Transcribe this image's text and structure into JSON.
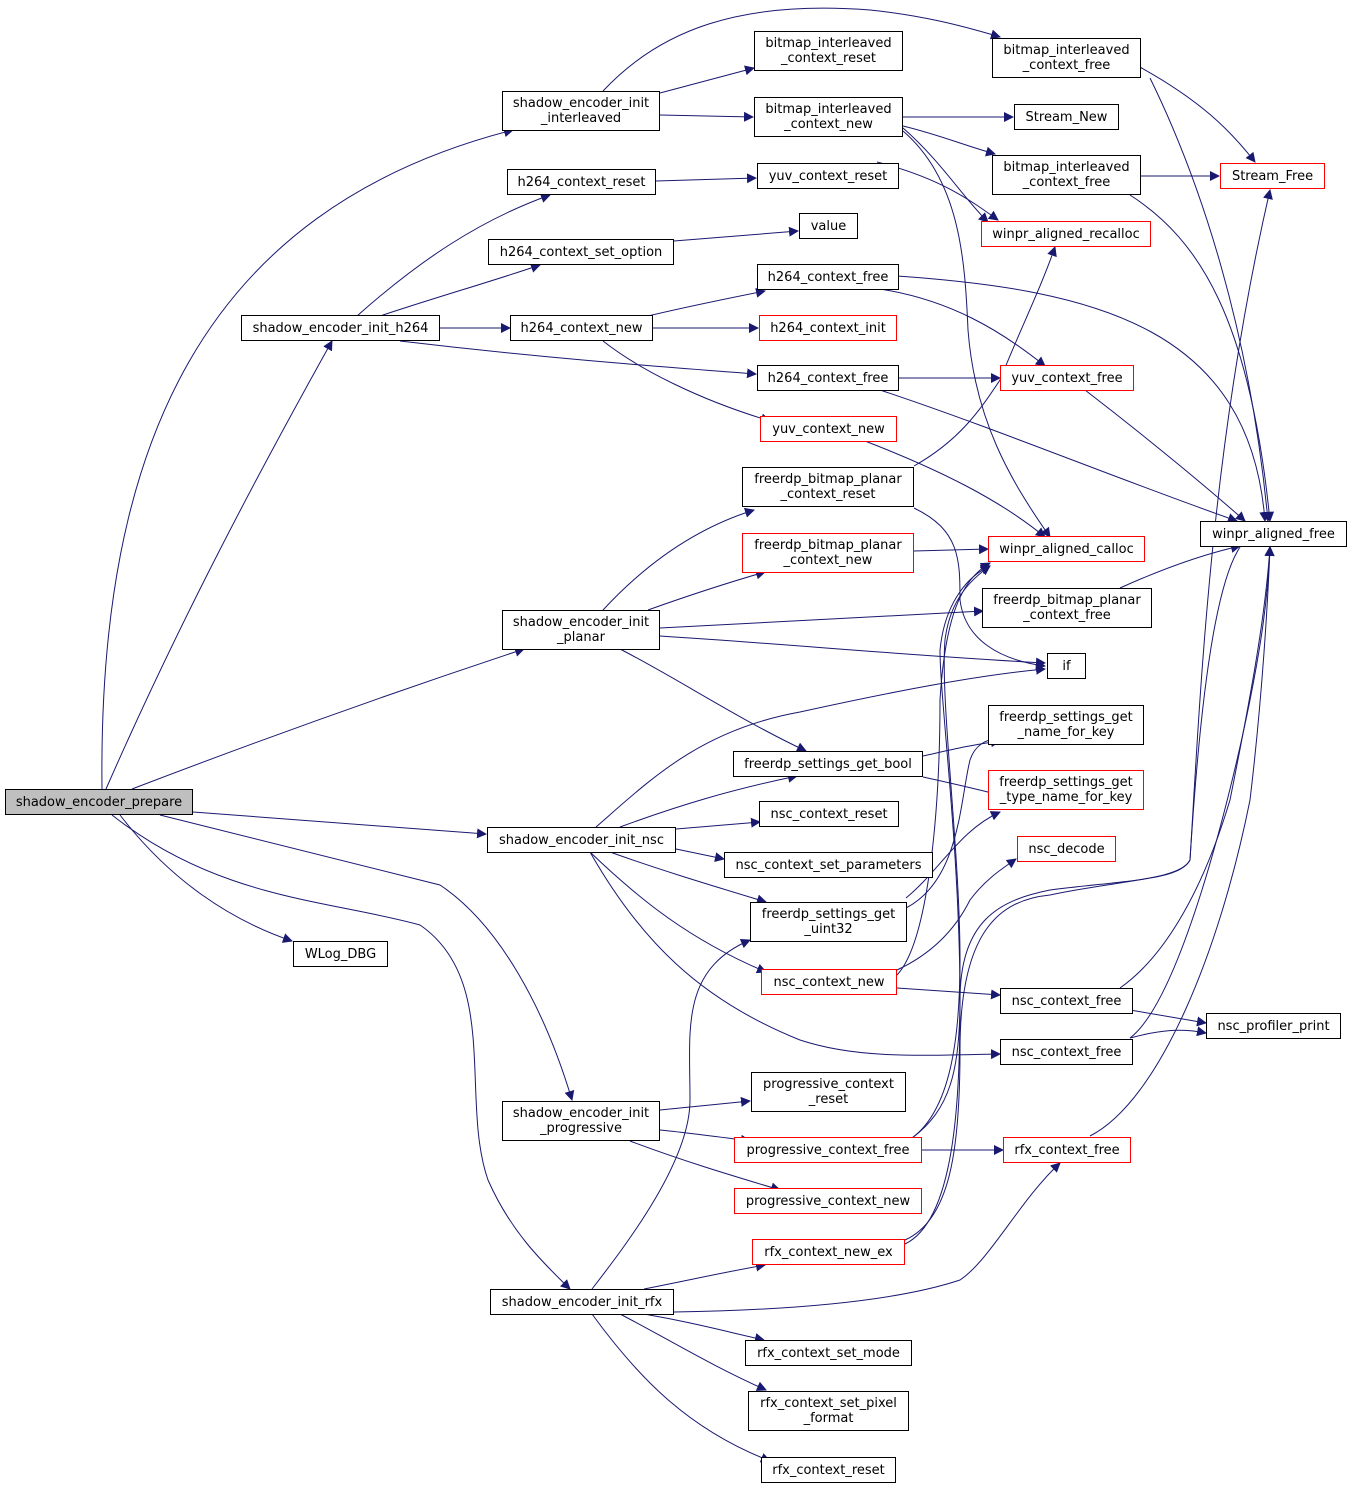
{
  "colors": {
    "edge": "#191970",
    "border": "#000000",
    "external_border": "#ff0000",
    "root_fill": "#bfbfbf"
  },
  "nodes": {
    "shadow_encoder_prepare": "shadow_encoder_prepare",
    "shadow_encoder_init_interleaved": "shadow_encoder_init\n_interleaved",
    "shadow_encoder_init_h264": "shadow_encoder_init_h264",
    "shadow_encoder_init_planar": "shadow_encoder_init\n_planar",
    "shadow_encoder_init_nsc": "shadow_encoder_init_nsc",
    "WLog_DBG": "WLog_DBG",
    "shadow_encoder_init_progressive": "shadow_encoder_init\n_progressive",
    "shadow_encoder_init_rfx": "shadow_encoder_init_rfx",
    "bitmap_interleaved_context_reset": "bitmap_interleaved\n_context_reset",
    "bitmap_interleaved_context_new": "bitmap_interleaved\n_context_new",
    "h264_context_reset": "h264_context_reset",
    "h264_context_set_option": "h264_context_set_option",
    "h264_context_new": "h264_context_new",
    "yuv_context_reset": "yuv_context_reset",
    "value": "value",
    "h264_context_free_1": "h264_context_free",
    "h264_context_init": "h264_context_init",
    "h264_context_free_2": "h264_context_free",
    "yuv_context_new": "yuv_context_new",
    "freerdp_bitmap_planar_context_reset": "freerdp_bitmap_planar\n_context_reset",
    "freerdp_bitmap_planar_context_new": "freerdp_bitmap_planar\n_context_new",
    "freerdp_settings_get_bool": "freerdp_settings_get_bool",
    "nsc_context_reset": "nsc_context_reset",
    "nsc_context_set_parameters": "nsc_context_set_parameters",
    "freerdp_settings_get_uint32": "freerdp_settings_get\n_uint32",
    "nsc_context_new": "nsc_context_new",
    "progressive_context_reset": "progressive_context\n_reset",
    "progressive_context_free": "progressive_context_free",
    "progressive_context_new": "progressive_context_new",
    "rfx_context_new_ex": "rfx_context_new_ex",
    "rfx_context_set_mode": "rfx_context_set_mode",
    "rfx_context_set_pixel_format": "rfx_context_set_pixel\n_format",
    "rfx_context_reset": "rfx_context_reset",
    "bitmap_interleaved_context_free_1": "bitmap_interleaved\n_context_free",
    "Stream_New": "Stream_New",
    "bitmap_interleaved_context_free_2": "bitmap_interleaved\n_context_free",
    "winpr_aligned_recalloc": "winpr_aligned_recalloc",
    "yuv_context_free": "yuv_context_free",
    "winpr_aligned_calloc": "winpr_aligned_calloc",
    "freerdp_bitmap_planar_context_free": "freerdp_bitmap_planar\n_context_free",
    "if": "if",
    "freerdp_settings_get_name_for_key": "freerdp_settings_get\n_name_for_key",
    "freerdp_settings_get_type_name_for_key": "freerdp_settings_get\n_type_name_for_key",
    "nsc_decode": "nsc_decode",
    "nsc_context_free_1": "nsc_context_free",
    "nsc_context_free_2": "nsc_context_free",
    "rfx_context_free": "rfx_context_free",
    "Stream_Free": "Stream_Free",
    "winpr_aligned_free": "winpr_aligned_free",
    "nsc_profiler_print": "nsc_profiler_print"
  }
}
